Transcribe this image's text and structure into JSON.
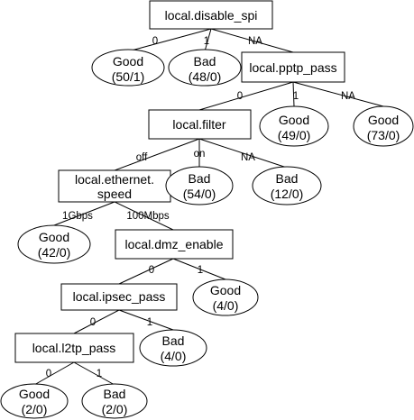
{
  "tree": {
    "decisions": {
      "disable_spi": "local.disable_spi",
      "pptp_pass": "local.pptp_pass",
      "filter": "local.filter",
      "ethernet_speed_line1": "local.ethernet.",
      "ethernet_speed_line2": "speed",
      "dmz_enable": "local.dmz_enable",
      "ipsec_pass": "local.ipsec_pass",
      "l2tp_pass": "local.l2tp_pass"
    },
    "leaves": {
      "spi_0": {
        "label": "Good",
        "count": "(50/1)"
      },
      "spi_1": {
        "label": "Bad",
        "count": "(48/0)"
      },
      "pptp_1": {
        "label": "Good",
        "count": "(49/0)"
      },
      "pptp_na": {
        "label": "Good",
        "count": "(73/0)"
      },
      "filter_on": {
        "label": "Bad",
        "count": "(54/0)"
      },
      "filter_na": {
        "label": "Bad",
        "count": "(12/0)"
      },
      "speed_1gbps": {
        "label": "Good",
        "count": "(42/0)"
      },
      "dmz_1": {
        "label": "Good",
        "count": "(4/0)"
      },
      "ipsec_1": {
        "label": "Bad",
        "count": "(4/0)"
      },
      "l2tp_0": {
        "label": "Good",
        "count": "(2/0)"
      },
      "l2tp_1": {
        "label": "Bad",
        "count": "(2/0)"
      }
    },
    "edges": {
      "spi_0": "0",
      "spi_1": "1",
      "spi_na": "NA",
      "pptp_0": "0",
      "pptp_1": "1",
      "pptp_na": "NA",
      "filter_off": "off",
      "filter_on": "on",
      "filter_na": "NA",
      "speed_1gbps": "1Gbps",
      "speed_100mbps": "100Mbps",
      "dmz_0": "0",
      "dmz_1": "1",
      "ipsec_0": "0",
      "ipsec_1": "1",
      "l2tp_0": "0",
      "l2tp_1": "1"
    }
  }
}
